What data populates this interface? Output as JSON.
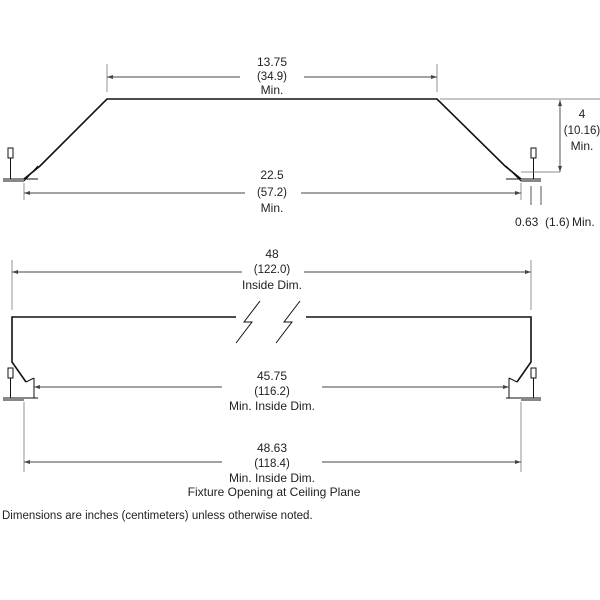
{
  "top_view": {
    "top_width": {
      "value": "13.75",
      "metric": "(34.9)",
      "qualifier": "Min."
    },
    "bottom_width": {
      "value": "22.5",
      "metric": "(57.2)",
      "qualifier": "Min."
    },
    "height": {
      "value": "4",
      "metric": "(10.16)",
      "qualifier": "Min."
    },
    "flange": {
      "value": "0.63",
      "metric": "(1.6)",
      "qualifier": "Min."
    }
  },
  "bottom_view": {
    "overall": {
      "value": "48",
      "metric": "(122.0)",
      "qualifier": "Inside Dim."
    },
    "inner": {
      "value": "45.75",
      "metric": "(116.2)",
      "qualifier": "Min. Inside Dim."
    },
    "opening": {
      "value": "48.63",
      "metric": "(118.4)",
      "qualifier": "Min. Inside Dim.",
      "note": "Fixture Opening at Ceiling Plane"
    }
  },
  "footnote": "Dimensions are inches (centimeters) unless otherwise noted."
}
